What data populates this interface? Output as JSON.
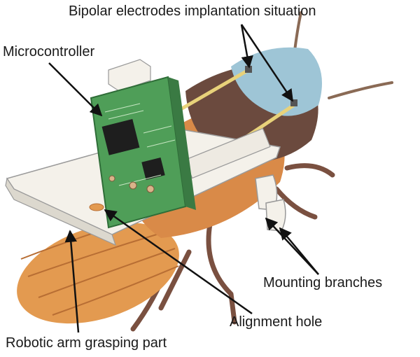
{
  "labels": {
    "electrodes": "Bipolar electrodes implantation situation",
    "microcontroller": "Microcontroller",
    "mounting": "Mounting branches",
    "alignment": "Alignment hole",
    "robotic_arm": "Robotic arm grasping part"
  },
  "colors": {
    "body_orange": "#d98a48",
    "abdomen_orange": "#e39a50",
    "thorax_brown": "#6b4a3e",
    "head_blue": "#9ec5d6",
    "pcb_green": "#4f9e58",
    "plate_white": "#f4f1ea",
    "electrode_yellow": "#e8d27a",
    "leg_brown": "#7a5040"
  }
}
